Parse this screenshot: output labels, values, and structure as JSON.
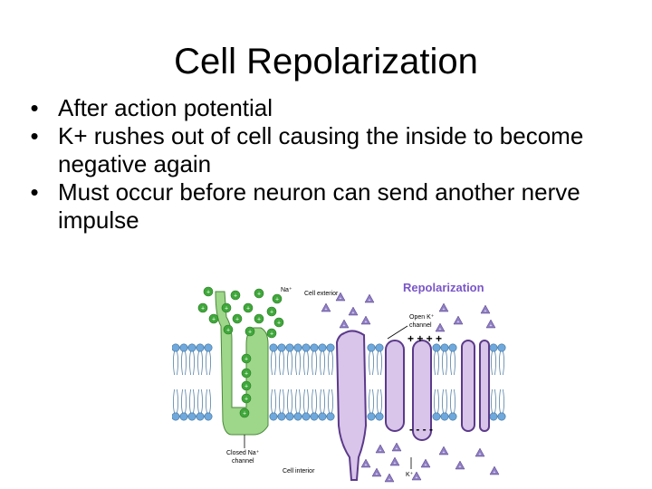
{
  "slide": {
    "title": "Cell Repolarization",
    "bullet_glyph": "•",
    "bullets": [
      "After action potential",
      "K+ rushes out of cell causing the inside to become negative again",
      "Must occur before neuron can send another nerve impulse"
    ]
  },
  "diagram": {
    "heading": "Repolarization",
    "label_na": "Na⁺",
    "label_cell_exterior": "Cell exterior",
    "label_open_k_line1": "Open K⁺",
    "label_open_k_line2": "channel",
    "label_closed_na_line1": "Closed Na⁺",
    "label_closed_na_line2": "channel",
    "label_cell_interior": "Cell interior",
    "label_k": "K⁺",
    "plus_charges": "+ + + +",
    "minus_charges": "- - - -",
    "ion_plus_glyph": "+",
    "heading_color": "#7a56c8",
    "na_channel_color": "#9ed68a",
    "k_channel_color": "#d9c4ea",
    "membrane_head_color": "#6fa8dc",
    "k_ion_color": "#8e7cc3"
  }
}
